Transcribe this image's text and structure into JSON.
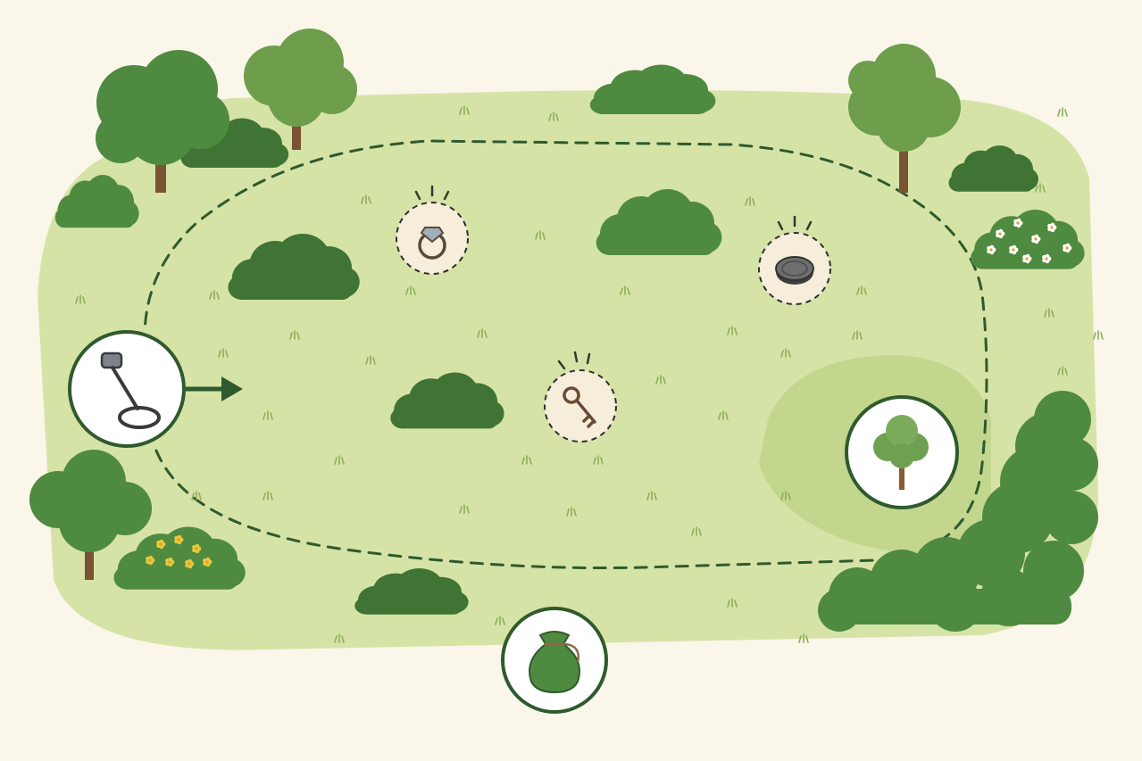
{
  "scene": {
    "type": "metal-detecting-game-map",
    "colors": {
      "background": "#faf6ea",
      "meadow": "#d6e3a7",
      "meadow_dark": "#c3d68e",
      "path": "#2f5a2d",
      "bush": "#4e8a3f",
      "bush_dark": "#3f7434",
      "tree_trunk": "#7a5332",
      "marker_fill": "#f6eedb",
      "badge_ring": "#2f5a2d",
      "flower_yellow": "#e8c83c",
      "flower_white": "#ffffff"
    }
  },
  "icons": {
    "start": "metal-detector-icon",
    "goal": "tree-icon",
    "bag": "treasure-bag-icon",
    "treasures": [
      "ring-icon",
      "coin-icon",
      "key-icon"
    ],
    "direction": "arrow-right-icon"
  },
  "treasures": [
    {
      "id": "ring",
      "label": ""
    },
    {
      "id": "coin",
      "label": ""
    },
    {
      "id": "key",
      "label": ""
    }
  ]
}
